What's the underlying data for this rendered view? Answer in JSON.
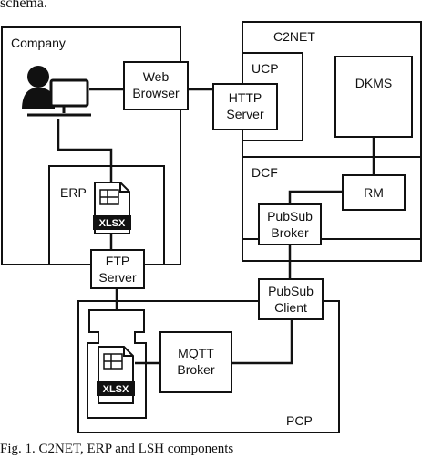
{
  "top_text": "schema.",
  "caption": "Fig. 1. C2NET, ERP and LSH components",
  "groups": {
    "company": "Company",
    "c2net": "C2NET",
    "ucp": "UCP",
    "dcf": "DCF",
    "erp": "ERP",
    "pcp": "PCP"
  },
  "nodes": {
    "web_browser": [
      "Web",
      "Browser"
    ],
    "http_server": [
      "HTTP",
      "Server"
    ],
    "dkms": "DKMS",
    "rm": "RM",
    "pubsub_broker": [
      "PubSub",
      "Broker"
    ],
    "ftp_server": [
      "FTP",
      "Server"
    ],
    "pubsub_client": [
      "PubSub",
      "Client"
    ],
    "mqtt_broker": [
      "MQTT",
      "Broker"
    ]
  },
  "icons": {
    "xlsx_label": "XLSX"
  }
}
